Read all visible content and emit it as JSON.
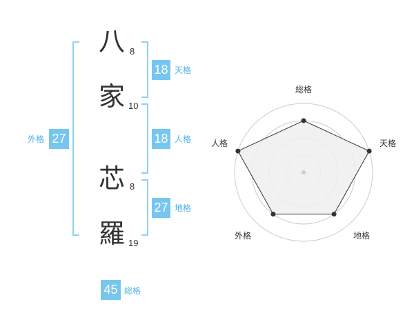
{
  "name": {
    "characters": [
      {
        "char": "八",
        "strokes": "8"
      },
      {
        "char": "家",
        "strokes": "10"
      },
      {
        "char": "芯",
        "strokes": "8"
      },
      {
        "char": "羅",
        "strokes": "19"
      }
    ]
  },
  "kakusu": {
    "tenkaku": {
      "value": "18",
      "label": "天格"
    },
    "jinkaku": {
      "value": "18",
      "label": "人格"
    },
    "chikaku": {
      "value": "27",
      "label": "地格"
    },
    "gaikaku": {
      "value": "27",
      "label": "外格"
    },
    "soukaku": {
      "value": "45",
      "label": "総格"
    }
  },
  "radar": {
    "axes": [
      "総格",
      "天格",
      "地格",
      "外格",
      "人格"
    ],
    "levels": 4,
    "values": [
      3,
      4,
      3,
      3,
      4
    ],
    "colors": {
      "ring": "#cccccc",
      "fill": "#efefef",
      "line": "#333333"
    }
  }
}
